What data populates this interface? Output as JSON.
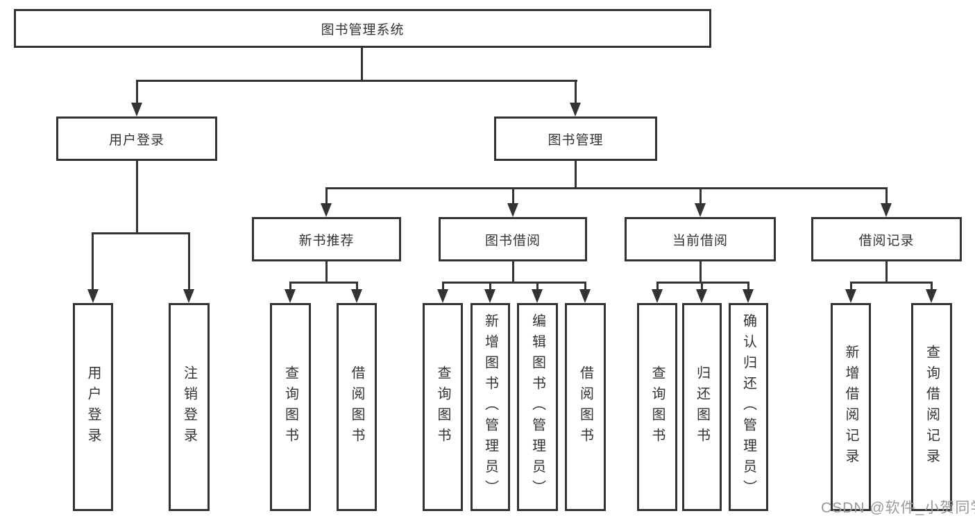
{
  "diagram": {
    "root": {
      "label": "图书管理系统"
    },
    "level2": [
      {
        "label": "用户登录"
      },
      {
        "label": "图书管理"
      }
    ],
    "level3": [
      {
        "parent": "图书管理",
        "label": "新书推荐"
      },
      {
        "parent": "图书管理",
        "label": "图书借阅"
      },
      {
        "parent": "图书管理",
        "label": "当前借阅"
      },
      {
        "parent": "图书管理",
        "label": "借阅记录"
      }
    ],
    "leaves": [
      {
        "parent": "用户登录",
        "label": "用户登录"
      },
      {
        "parent": "用户登录",
        "label": "注销登录"
      },
      {
        "parent": "新书推荐",
        "label": "查询图书"
      },
      {
        "parent": "新书推荐",
        "label": "借阅图书"
      },
      {
        "parent": "图书借阅",
        "label": "查询图书"
      },
      {
        "parent": "图书借阅",
        "label": "新增图书（管理员）"
      },
      {
        "parent": "图书借阅",
        "label": "编辑图书（管理员）"
      },
      {
        "parent": "图书借阅",
        "label": "借阅图书"
      },
      {
        "parent": "当前借阅",
        "label": "查询图书"
      },
      {
        "parent": "当前借阅",
        "label": "归还图书"
      },
      {
        "parent": "当前借阅",
        "label": "确认归还（管理员）"
      },
      {
        "parent": "借阅记录",
        "label": "新增借阅记录"
      },
      {
        "parent": "借阅记录",
        "label": "查询借阅记录"
      }
    ]
  },
  "watermark": {
    "text": "CSDN @软件_小贺同学"
  },
  "colors": {
    "line": "#333333",
    "text": "#333333",
    "background": "#ffffff",
    "watermark": "#999999"
  }
}
